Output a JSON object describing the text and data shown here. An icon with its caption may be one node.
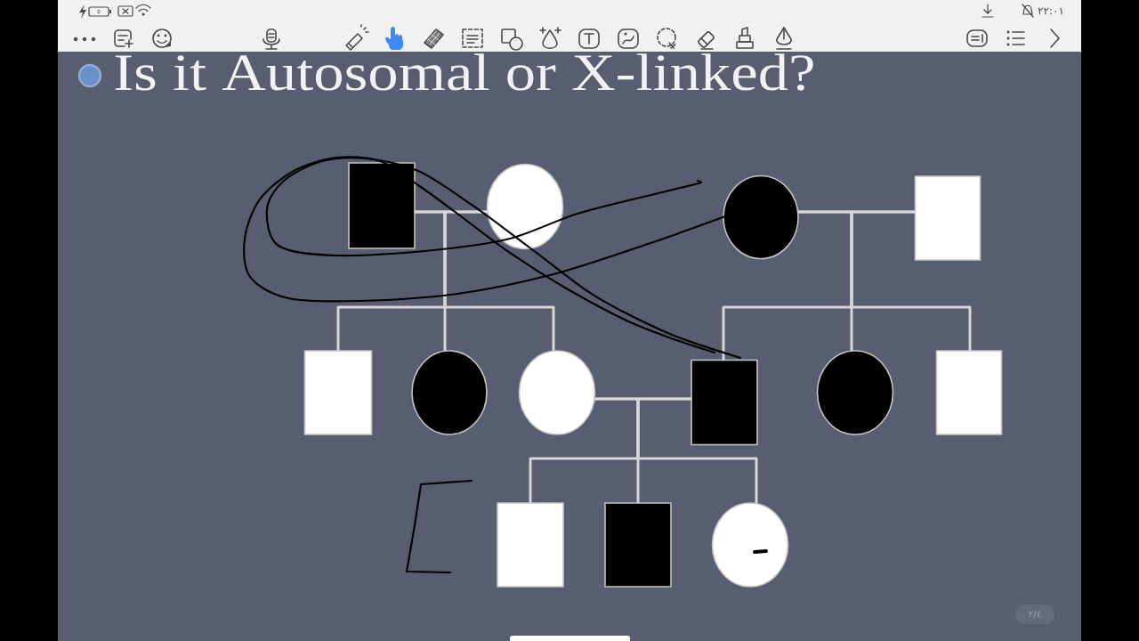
{
  "diagram": {
    "title": "Is it Autosomal or X-linked?",
    "nodes": [
      {
        "text": [],
        "shape": "box"
      },
      {
        "text": [],
        "shape": "circle"
      },
      {
        "text": [],
        "shape": "circle"
      },
      {
        "text": [],
        "shape": "box"
      },
      {
        "text": [],
        "shape": "box"
      },
      {
        "text": [],
        "shape": "circle"
      },
      {
        "text": [],
        "shape": "circle"
      },
      {
        "text": [],
        "shape": "box"
      },
      {
        "text": [],
        "shape": "circle"
      },
      {
        "text": [],
        "shape": "box"
      },
      {
        "text": [],
        "shape": "box"
      },
      {
        "text": [],
        "shape": "box"
      },
      {
        "text": [],
        "shape": "circle"
      }
    ],
    "edges": [
      {
        "from": 0,
        "to": 1,
        "arrow": "none"
      },
      {
        "from": 0,
        "to": 4,
        "arrow": "none"
      },
      {
        "from": 0,
        "to": 5,
        "arrow": "none"
      },
      {
        "from": 0,
        "to": 6,
        "arrow": "none"
      },
      {
        "from": 1,
        "to": 4,
        "arrow": "none"
      },
      {
        "from": 1,
        "to": 5,
        "arrow": "none"
      },
      {
        "from": 1,
        "to": 6,
        "arrow": "none"
      },
      {
        "from": 2,
        "to": 3,
        "arrow": "none"
      },
      {
        "from": 2,
        "to": 7,
        "arrow": "none"
      },
      {
        "from": 2,
        "to": 8,
        "arrow": "none"
      },
      {
        "from": 2,
        "to": 9,
        "arrow": "none"
      },
      {
        "from": 3,
        "to": 7,
        "arrow": "none"
      },
      {
        "from": 3,
        "to": 8,
        "arrow": "none"
      },
      {
        "from": 3,
        "to": 9,
        "arrow": "none"
      },
      {
        "from": 6,
        "to": 7,
        "arrow": "none"
      },
      {
        "from": 6,
        "to": 10,
        "arrow": "none"
      },
      {
        "from": 6,
        "to": 11,
        "arrow": "none"
      },
      {
        "from": 6,
        "to": 12,
        "arrow": "none"
      },
      {
        "from": 7,
        "to": 10,
        "arrow": "none"
      },
      {
        "from": 7,
        "to": 11,
        "arrow": "none"
      },
      {
        "from": 7,
        "to": 12,
        "arrow": "none"
      }
    ],
    "labels": [
      "٥",
      "٢٢:٠١",
      "٢/٤"
    ]
  }
}
